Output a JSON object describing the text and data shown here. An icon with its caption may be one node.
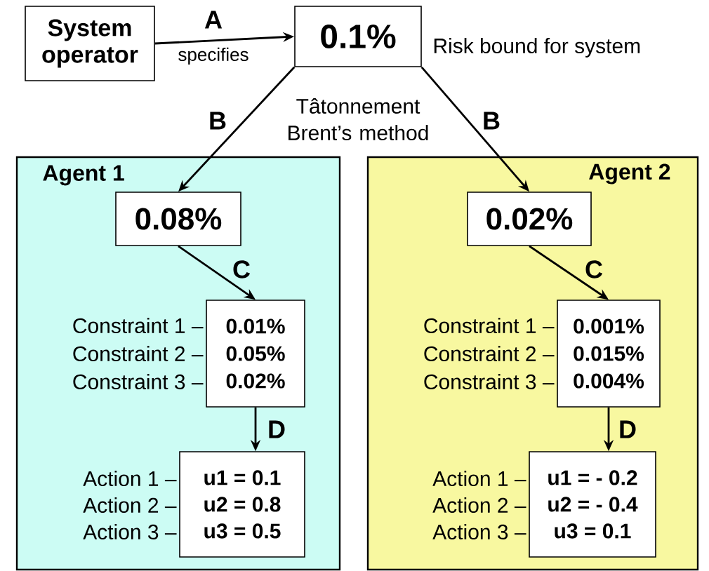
{
  "diagram": {
    "nodes": [
      {
        "text": [
          "System operator"
        ]
      },
      {
        "text": [
          "0.1%"
        ],
        "beside": [
          "Risk bound for system"
        ]
      },
      {
        "text": [
          "Agent 1"
        ]
      },
      {
        "text": [
          "0.08%"
        ],
        "in": 2
      },
      {
        "text": [
          "0.01%",
          "0.05%",
          "0.02%"
        ],
        "in": 2,
        "beside": [
          "Constraint 1 –",
          "Constraint 2 –",
          "Constraint 3 –"
        ]
      },
      {
        "text": [
          "u1 = 0.1",
          "u2 = 0.8",
          "u3 = 0.5"
        ],
        "in": 2,
        "beside": [
          "Action 1 –",
          "Action 2 –",
          "Action 3 –"
        ]
      },
      {
        "text": [
          "Agent 2"
        ]
      },
      {
        "text": [
          "0.02%"
        ],
        "in": 6
      },
      {
        "text": [
          "0.001%",
          "0.015%",
          "0.004%"
        ],
        "in": 6,
        "beside": [
          "Constraint 1 –",
          "Constraint 2 –",
          "Constraint 3 –"
        ]
      },
      {
        "text": [
          "u1 = - 0.2",
          "u2 = - 0.4",
          "u3 = 0.1"
        ],
        "in": 6,
        "beside": [
          "Action 1 –",
          "Action 2 –",
          "Action 3 –"
        ]
      }
    ],
    "edges": [
      {
        "from": 0,
        "to": 1,
        "arrow": "to",
        "label": "A"
      },
      {
        "from": 1,
        "to": 3,
        "arrow": "to",
        "label": "B"
      },
      {
        "from": 1,
        "to": 7,
        "arrow": "to",
        "label": "B"
      },
      {
        "from": 3,
        "to": 4,
        "arrow": "to",
        "label": "C"
      },
      {
        "from": 4,
        "to": 5,
        "arrow": "to",
        "label": "D"
      },
      {
        "from": 7,
        "to": 8,
        "arrow": "to",
        "label": "C"
      },
      {
        "from": 8,
        "to": 9,
        "arrow": "to",
        "label": "D"
      }
    ],
    "labels": [
      "specifies",
      "Tâtonnement Brent’s method"
    ]
  }
}
